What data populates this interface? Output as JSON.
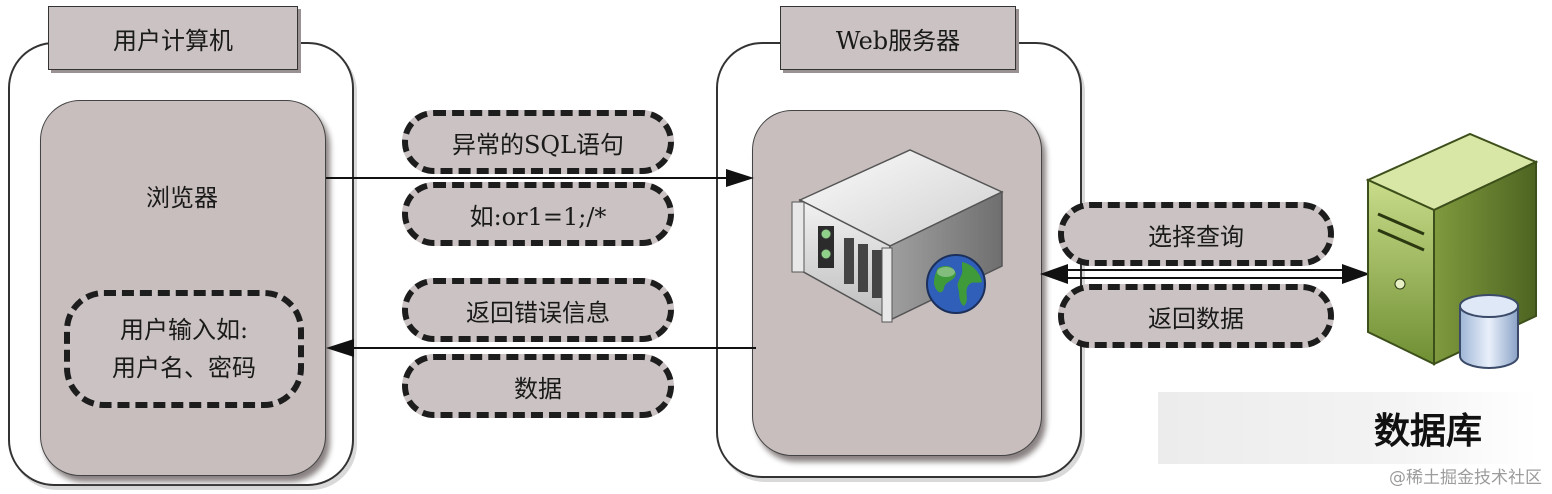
{
  "user_computer": {
    "title": "用户计算机",
    "browser_label": "浏览器",
    "user_input_line1": "用户输入如:",
    "user_input_line2": "用户名、密码"
  },
  "web_server": {
    "title": "Web服务器"
  },
  "request_messages": {
    "abnormal_sql": "异常的SQL语句",
    "example": "如:or1=1;/*"
  },
  "response_messages": {
    "return_error": "返回错误信息",
    "data": "数据"
  },
  "db_messages": {
    "select_query": "选择查询",
    "return_data": "返回数据"
  },
  "database": {
    "label": "数据库"
  },
  "watermark": "@稀土掘金技术社区",
  "icons": [
    "server-icon",
    "globe-icon",
    "database-server-icon",
    "database-cylinder-icon"
  ],
  "colors": {
    "panel": "#c8bebe",
    "pill": "#cbc3c3",
    "db_tower": "#8da84c"
  }
}
